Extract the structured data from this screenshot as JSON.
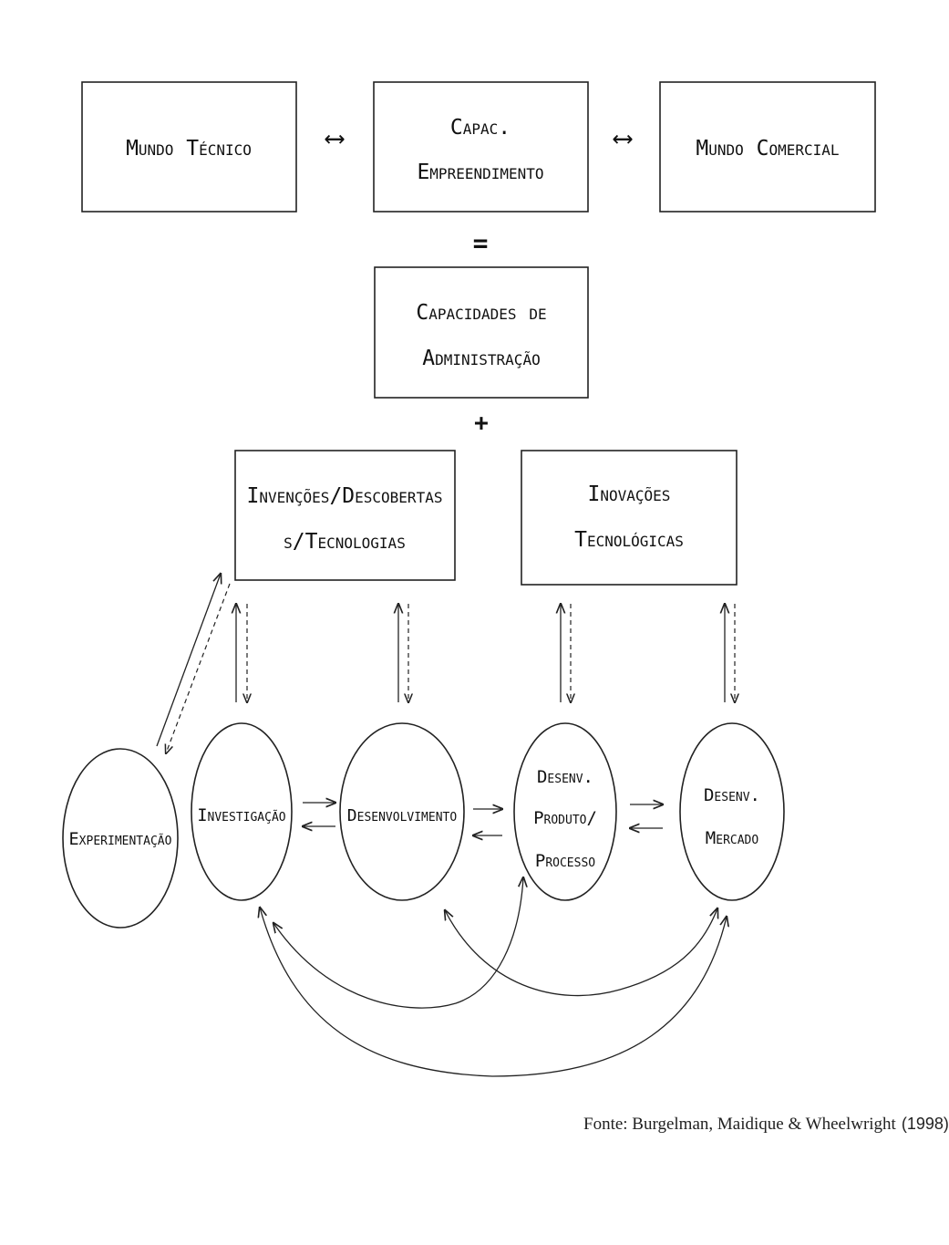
{
  "top_row": {
    "mundo_tecnico": "Mundo Técnico",
    "capac_line1": "Capac.",
    "capac_line2": "Empreendimento",
    "mundo_comercial": "Mundo Comercial",
    "arrow_left": "⟷",
    "arrow_right": "⟷"
  },
  "equals_sign": "=",
  "capacidades": {
    "line1": "Capacidades de",
    "line2": "Administração"
  },
  "plus_sign": "+",
  "invencoes": {
    "line1": "Invenções/Descobertas",
    "line2": "s/Tecnologias"
  },
  "inovacoes": {
    "line1": "Inovações",
    "line2": "Tecnológicas"
  },
  "stages": {
    "experimentacao": "Experimentação",
    "investigacao": "Investigação",
    "desenvolvimento": "Desenvolvimento",
    "desenv_produto": {
      "line1": "Desenv.",
      "line2": "Produto/",
      "line3": "Processo"
    },
    "desenv_mercado": {
      "line1": "Desenv.",
      "line2": "Mercado"
    }
  },
  "source": {
    "text": "Fonte: Burgelman, Maidique & Wheelwright",
    "year": "(1998)"
  }
}
